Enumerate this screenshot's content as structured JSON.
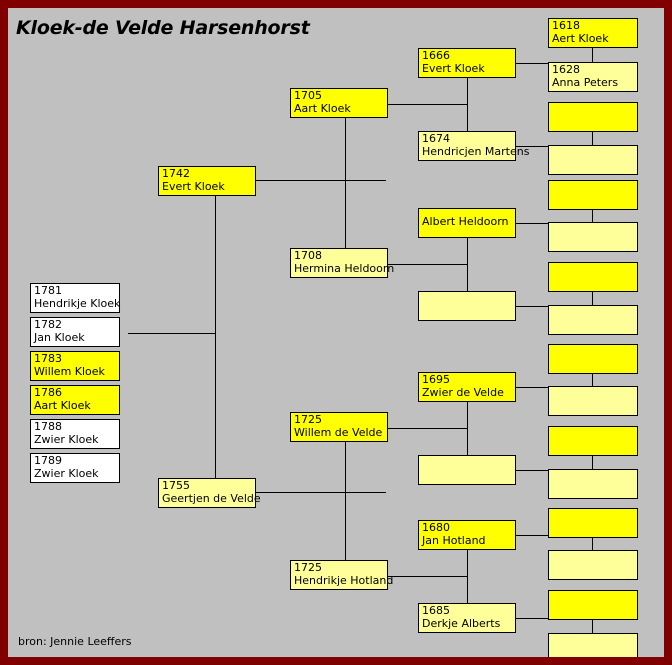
{
  "page": {
    "title": "Kloek-de Velde Harsenhorst",
    "credit": "bron: Jennie Leeffers",
    "border_color": "#800000",
    "background_color": "#c0c0c0",
    "male_color": "#ffff00",
    "female_color": "#ffff99",
    "child_color": "#ffffff"
  },
  "children": [
    {
      "year": "1781",
      "name": "Hendrikje Kloek",
      "fill": "plain"
    },
    {
      "year": "1782",
      "name": "Jan Kloek",
      "fill": "plain"
    },
    {
      "year": "1783",
      "name": "Willem Kloek",
      "fill": "male"
    },
    {
      "year": "1786",
      "name": "Aart Kloek",
      "fill": "male"
    },
    {
      "year": "1788",
      "name": "Zwier Kloek",
      "fill": "plain"
    },
    {
      "year": "1789",
      "name": "Zwier Kloek",
      "fill": "plain"
    }
  ],
  "gen1": [
    {
      "year": "1742",
      "name": "Evert Kloek",
      "fill": "male"
    },
    {
      "year": "1755",
      "name": "Geertjen de Velde",
      "fill": "female"
    }
  ],
  "gen2": [
    {
      "year": "1705",
      "name": "Aart Kloek",
      "fill": "male"
    },
    {
      "year": "1708",
      "name": "Hermina Heldoorn",
      "fill": "female"
    },
    {
      "year": "1725",
      "name": "Willem de Velde",
      "fill": "male"
    },
    {
      "year": "1725",
      "name": "Hendrikje Hotland",
      "fill": "female"
    }
  ],
  "gen3": [
    {
      "year": "1666",
      "name": "Evert Kloek",
      "fill": "male"
    },
    {
      "year": "1674",
      "name": "Hendricjen Martens",
      "fill": "female"
    },
    {
      "year": "",
      "name": "Albert Heldoorn",
      "fill": "male"
    },
    {
      "year": "",
      "name": "",
      "fill": "female"
    },
    {
      "year": "1695",
      "name": "Zwier de Velde",
      "fill": "male"
    },
    {
      "year": "",
      "name": "",
      "fill": "female"
    },
    {
      "year": "1680",
      "name": "Jan Hotland",
      "fill": "male"
    },
    {
      "year": "1685",
      "name": "Derkje Alberts",
      "fill": "female"
    }
  ],
  "gen4": [
    {
      "year": "1618",
      "name": "Aert Kloek",
      "fill": "male"
    },
    {
      "year": "1628",
      "name": "Anna Peters",
      "fill": "female"
    },
    {
      "year": "",
      "name": "",
      "fill": "male"
    },
    {
      "year": "",
      "name": "",
      "fill": "female"
    },
    {
      "year": "",
      "name": "",
      "fill": "male"
    },
    {
      "year": "",
      "name": "",
      "fill": "female"
    },
    {
      "year": "",
      "name": "",
      "fill": "male"
    },
    {
      "year": "",
      "name": "",
      "fill": "female"
    },
    {
      "year": "",
      "name": "",
      "fill": "male"
    },
    {
      "year": "",
      "name": "",
      "fill": "female"
    },
    {
      "year": "",
      "name": "",
      "fill": "male"
    },
    {
      "year": "",
      "name": "",
      "fill": "female"
    },
    {
      "year": "",
      "name": "",
      "fill": "male"
    },
    {
      "year": "",
      "name": "",
      "fill": "female"
    },
    {
      "year": "",
      "name": "",
      "fill": "male"
    },
    {
      "year": "",
      "name": "",
      "fill": "female"
    }
  ]
}
